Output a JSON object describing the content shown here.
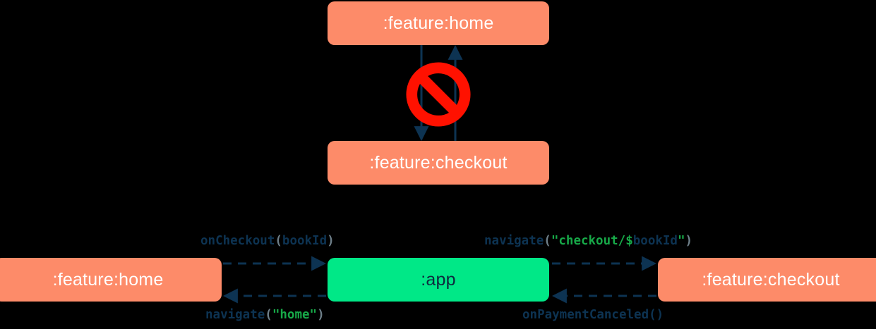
{
  "diagram": {
    "background_color": "#000000",
    "palette": {
      "module_orange": "#FD8B69",
      "app_green": "#00E887",
      "edge_navy": "#0D3352",
      "forbidden_red": "#FF1100",
      "string_green": "#17A948",
      "paren_gray": "#6E7F89",
      "node_text_light": "#FFFFFF",
      "node_text_dark": "#0D2B3E"
    },
    "top_cluster": {
      "nodes": [
        {
          "id": "top-home",
          "label": ":feature:home",
          "color": "#FD8B69"
        },
        {
          "id": "top-checkout",
          "label": ":feature:checkout",
          "color": "#FD8B69"
        }
      ],
      "edges": [
        {
          "from": "top-home",
          "to": "top-checkout",
          "style": "solid",
          "direction": "down"
        },
        {
          "from": "top-checkout",
          "to": "top-home",
          "style": "solid",
          "direction": "up"
        }
      ],
      "annotation": {
        "icon": "forbidden-icon",
        "meaning": "not allowed"
      }
    },
    "bottom_cluster": {
      "nodes": [
        {
          "id": "bottom-home",
          "label": ":feature:home",
          "color": "#FD8B69"
        },
        {
          "id": "bottom-app",
          "label": ":app",
          "color": "#00E887"
        },
        {
          "id": "bottom-checkout",
          "label": ":feature:checkout",
          "color": "#FD8B69"
        }
      ],
      "edges": [
        {
          "id": "oncheckout",
          "from": "bottom-home",
          "to": "bottom-app",
          "style": "dashed",
          "direction": "right",
          "label_plain": "onCheckout(bookId)",
          "label_tokens": [
            {
              "text": "onCheckout",
              "type": "fn"
            },
            {
              "text": "(",
              "type": "paren"
            },
            {
              "text": "bookId",
              "type": "arg"
            },
            {
              "text": ")",
              "type": "paren"
            }
          ]
        },
        {
          "id": "navigate-checkout",
          "from": "bottom-app",
          "to": "bottom-checkout",
          "style": "dashed",
          "direction": "right",
          "label_plain": "navigate(\"checkout/$bookId\")",
          "label_tokens": [
            {
              "text": "navigate",
              "type": "fn"
            },
            {
              "text": "(",
              "type": "paren"
            },
            {
              "text": "\"checkout/$",
              "type": "str"
            },
            {
              "text": "bookId",
              "type": "arg"
            },
            {
              "text": "\"",
              "type": "str"
            },
            {
              "text": ")",
              "type": "paren"
            }
          ]
        },
        {
          "id": "navigate-home",
          "from": "bottom-app",
          "to": "bottom-home",
          "style": "dashed",
          "direction": "left",
          "label_plain": "navigate(\"home\")",
          "label_tokens": [
            {
              "text": "navigate",
              "type": "fn"
            },
            {
              "text": "(",
              "type": "paren"
            },
            {
              "text": "\"home\"",
              "type": "str"
            },
            {
              "text": ")",
              "type": "paren"
            }
          ]
        },
        {
          "id": "onpaymentcanceled",
          "from": "bottom-checkout",
          "to": "bottom-app",
          "style": "dashed",
          "direction": "left",
          "label_plain": "onPaymentCanceled()",
          "label_tokens": [
            {
              "text": "onPaymentCanceled",
              "type": "fn"
            },
            {
              "text": "(",
              "type": "fn"
            },
            {
              "text": ")",
              "type": "fn"
            }
          ]
        }
      ]
    }
  }
}
